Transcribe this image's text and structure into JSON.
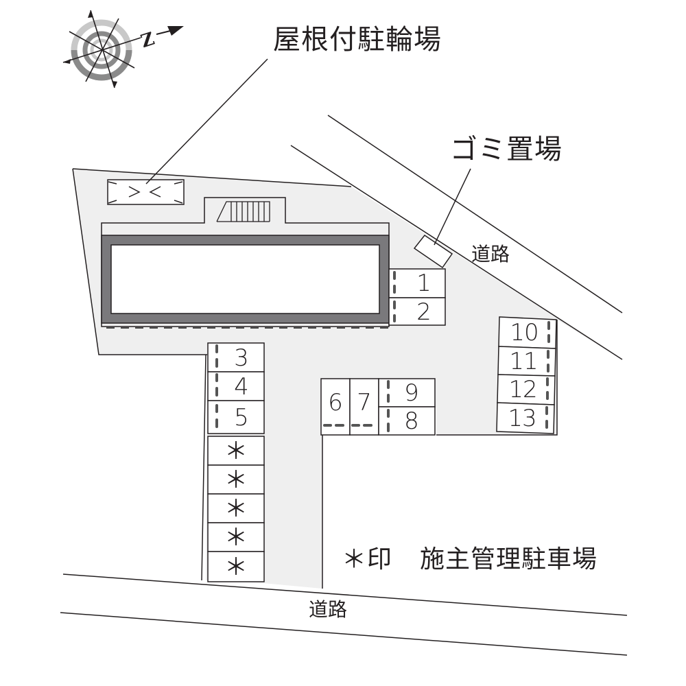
{
  "compass": {
    "north_label": "N",
    "icon": "compass-rose-icon"
  },
  "labels": {
    "covered_bicycle_parking": "屋根付駐輪場",
    "garbage_area": "ゴミ置場",
    "road_northeast": "道路",
    "road_south": "道路",
    "legend": "＊印　施主管理駐車場"
  },
  "legend": {
    "symbol": "＊",
    "symbol_suffix": "印",
    "meaning": "施主管理駐車場"
  },
  "parking": {
    "spots": [
      {
        "id": "1",
        "label": "1"
      },
      {
        "id": "2",
        "label": "2"
      },
      {
        "id": "3",
        "label": "3"
      },
      {
        "id": "4",
        "label": "4"
      },
      {
        "id": "5",
        "label": "5"
      },
      {
        "id": "6",
        "label": "6"
      },
      {
        "id": "7",
        "label": "7"
      },
      {
        "id": "8",
        "label": "8"
      },
      {
        "id": "9",
        "label": "9"
      },
      {
        "id": "10",
        "label": "10"
      },
      {
        "id": "11",
        "label": "11"
      },
      {
        "id": "12",
        "label": "12"
      },
      {
        "id": "13",
        "label": "13"
      }
    ],
    "owner_managed": [
      {
        "label": "＊"
      },
      {
        "label": "＊"
      },
      {
        "label": "＊"
      },
      {
        "label": "＊"
      },
      {
        "label": "＊"
      }
    ]
  },
  "colors": {
    "ground": "#efefef",
    "building_wall": "#7a797c",
    "line": "#231f20",
    "compass_light": "#c8c8c8",
    "compass_dark": "#8a8a8a"
  }
}
